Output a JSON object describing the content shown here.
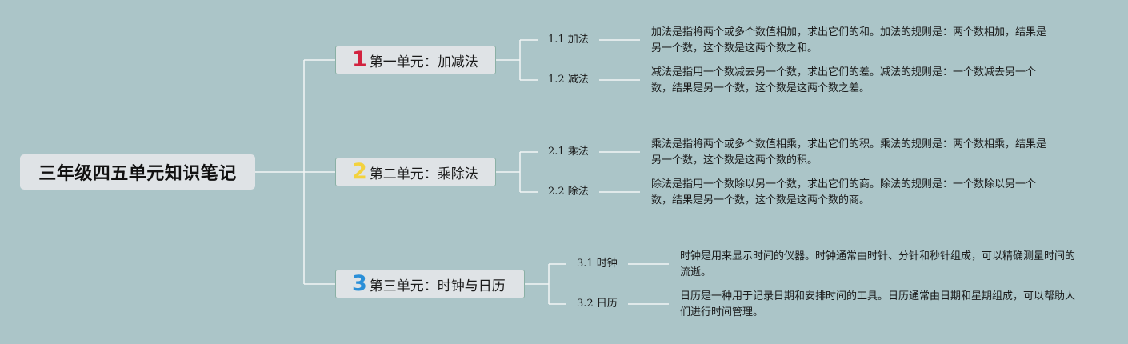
{
  "root": {
    "title": "三年级四五单元知识笔记"
  },
  "units": [
    {
      "num": "1",
      "num_color": "#d2233f",
      "title": "第一单元：加减法",
      "subs": [
        {
          "label": "1.1 加法",
          "desc": "加法是指将两个或多个数值相加，求出它们的和。加法的规则是：两个数相加，结果是另一个数，这个数是这两个数之和。"
        },
        {
          "label": "1.2 减法",
          "desc": "减法是指用一个数减去另一个数，求出它们的差。减法的规则是：一个数减去另一个数，结果是另一个数，这个数是这两个数之差。"
        }
      ]
    },
    {
      "num": "2",
      "num_color": "#f3d23e",
      "title": "第二单元：乘除法",
      "subs": [
        {
          "label": "2.1 乘法",
          "desc": "乘法是指将两个或多个数值相乘，求出它们的积。乘法的规则是：两个数相乘，结果是另一个数，这个数是这两个数的积。"
        },
        {
          "label": "2.2 除法",
          "desc": "除法是指用一个数除以另一个数，求出它们的商。除法的规则是：一个数除以另一个数，结果是另一个数，这个数是这两个数的商。"
        }
      ]
    },
    {
      "num": "3",
      "num_color": "#2a8fd8",
      "title": "第三单元：时钟与日历",
      "subs": [
        {
          "label": "3.1 时钟",
          "desc": "时钟是用来显示时间的仪器。时钟通常由时针、分针和秒针组成，可以精确测量时间的流逝。"
        },
        {
          "label": "3.2 日历",
          "desc": "日历是一种用于记录日期和安排时间的工具。日历通常由日期和星期组成，可以帮助人们进行时间管理。"
        }
      ]
    }
  ],
  "colors": {
    "background": "#abc5c8",
    "box_fill": "#dfe3e6",
    "box_border": "#8ab0a5",
    "connector": "#f2f5f5"
  }
}
